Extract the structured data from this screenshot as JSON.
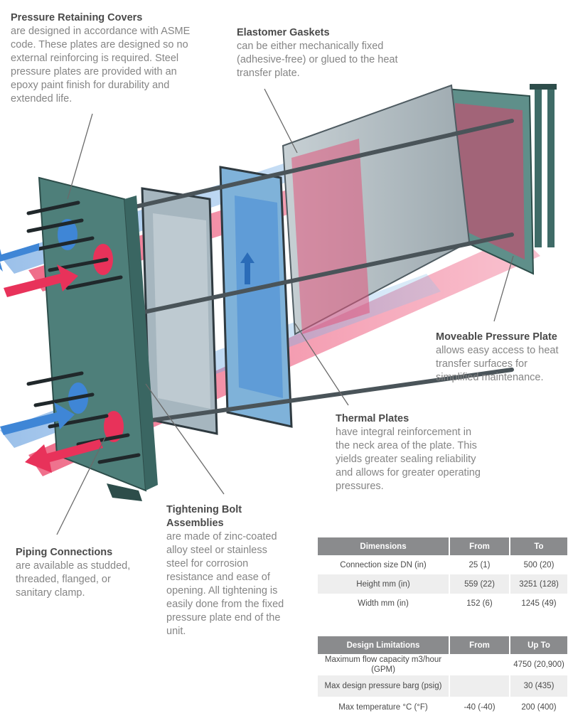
{
  "callouts": {
    "covers": {
      "title": "Pressure Retaining Covers",
      "body": "are designed in accordance with ASME code. These plates are designed so no external reinforcing is required. Steel pressure plates are provided with an epoxy paint finish for durability and extended life."
    },
    "gaskets": {
      "title": "Elastomer Gaskets",
      "body": "can be either mechanically fixed (adhesive-free) or glued to the heat transfer plate."
    },
    "moveable": {
      "title": "Moveable Pressure Plate",
      "body": "allows easy access to heat transfer surfaces for simplified maintenance."
    },
    "thermal": {
      "title": "Thermal Plates",
      "body": "have integral reinforcement in the neck area of the plate. This yields greater sealing reliability and allows for greater operating pressures."
    },
    "bolt": {
      "title": "Tightening Bolt Assemblies",
      "body": "are made of zinc-coated alloy steel or stainless steel for corrosion resistance and ease of opening. All tightening is easily done from the fixed pressure plate end of the unit."
    },
    "piping": {
      "title": "Piping Connections",
      "body": "are available as studded, threaded, flanged, or sanitary clamp."
    }
  },
  "dimensions_table": {
    "headers": [
      "Dimensions",
      "From",
      "To"
    ],
    "rows": [
      [
        "Connection size DN (in)",
        "25 (1)",
        "500 (20)"
      ],
      [
        "Height mm (in)",
        "559 (22)",
        "3251 (128)"
      ],
      [
        "Width mm (in)",
        "152 (6)",
        "1245 (49)"
      ]
    ]
  },
  "limitations_table": {
    "headers": [
      "Design Limitations",
      "From",
      "Up To"
    ],
    "rows": [
      [
        "Maximum flow capacity m3/hour (GPM)",
        "",
        "4750 (20,900)"
      ],
      [
        "Max design pressure barg (psig)",
        "",
        "30 (435)"
      ],
      [
        "Max temperature °C (°F)",
        "-40 (-40)",
        "200 (400)"
      ]
    ]
  },
  "colors": {
    "hot_flow": "#e8325a",
    "cold_flow": "#3f86d6",
    "frame": "#3f6b67",
    "plate": "#9aa7ad",
    "header_gray": "#8a8b8d"
  }
}
